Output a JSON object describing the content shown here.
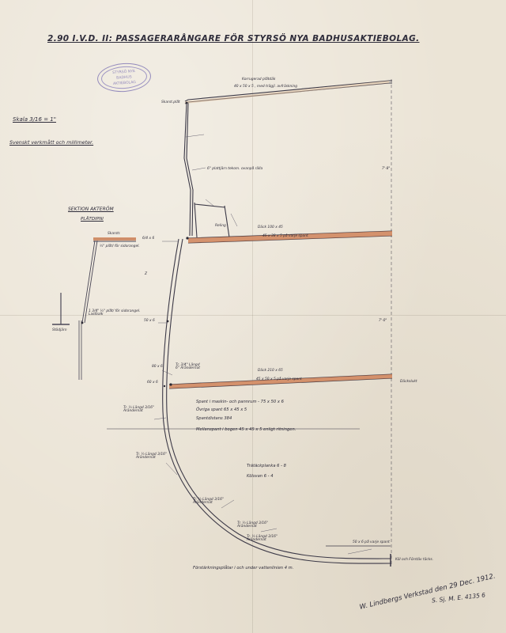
{
  "drawing": {
    "title": "2.90 I.V.D. II: PASSAGERARÅNGARE FÖR STYRSÖ NYA BADHUSAKTIEBOLAG.",
    "stamp_lines": [
      "STYRSÖ NYA",
      "BADHUS",
      "AKTIEBOLAG"
    ],
    "scale": "Skala 3/16 = 1\"",
    "units_note": "Svenskt verkmått och millimeter.",
    "section_title": "SEKTION AKTERÖM",
    "section_subtitle": "PLÅTDIPNI",
    "section_labels": {
      "sheerstrake": "Skarstr.",
      "plating": "½\" plåt/ för sidorangel.",
      "frame": "1 3/4\" ½\" plåt/ för sidorangel. Lastbalk"
    },
    "labels": {
      "deck_plate": "Korrugerad plåtdäk",
      "deck_angle": "40 x 50 x 5 , med trägjl. avfräskning",
      "sheer_top": "Skarst.plåt",
      "frame_note": "6\" plattjärn tekom. ovanpå rälla",
      "railing": "Reling",
      "deck_upper": "Däck 100 x 45",
      "deck_upper_beam": "45 x 38 x 5 på varje spant",
      "deck_lower": "Däck 210 x 65",
      "deck_lower_beam": "45 x 50 x 5 på varje spant",
      "deck_lower_right": "Däckslukt",
      "height_1": "7'-8\"",
      "height_2": "7'-0\"",
      "spant_list_1": "Spant i maskin- och pannrum - 75 x 50 x 6",
      "spant_list_2": "Övriga spant 65 x 45 x 5",
      "spant_list_3": "Spantdistans 384",
      "spant_list_4": "Mellanspant i bogen 45 x 45 x 5 enligt ritningen.",
      "plate_note_1": "Tr. ½ Längd 3/16\" Arändernat",
      "plate_note_2": "Tr. ½ Längd 3/16\" Arändernat",
      "plate_note_3": "Tr. ½ Längd 3/16\" Arändernat",
      "plate_note_4": "Tr. ½ Längd 3/16\" Arändernat",
      "plate_note_5": "Tr. ½ Längd 3/16\" Arändernat",
      "keel_note_1": "Trätäckplanka 6 - 8",
      "keel_note_2": "Kölsvan 6 - 4",
      "floor_note": "50 x 6 på varje spant",
      "keel_label": "Köl och Förstäv täcks.",
      "bottom_note": "Förstärkningsplåtar i och under vattenlinien 4 m.",
      "left_mark_1": "6/4 x 6",
      "left_mark_2": "50 x 6",
      "left_mark_3": "60 x 6",
      "left_mark_4": "80 x 6",
      "side_tag": "Z",
      "bilge_tag": "Tr. 3/4\" Längd 6\" Arändernat",
      "stanchion": "Stödjärn"
    },
    "signature": "W. Lindbergs Verkstad den 29 Dec. 1912.",
    "archive_ref": "S. Sj. M. E. 4135 6"
  }
}
